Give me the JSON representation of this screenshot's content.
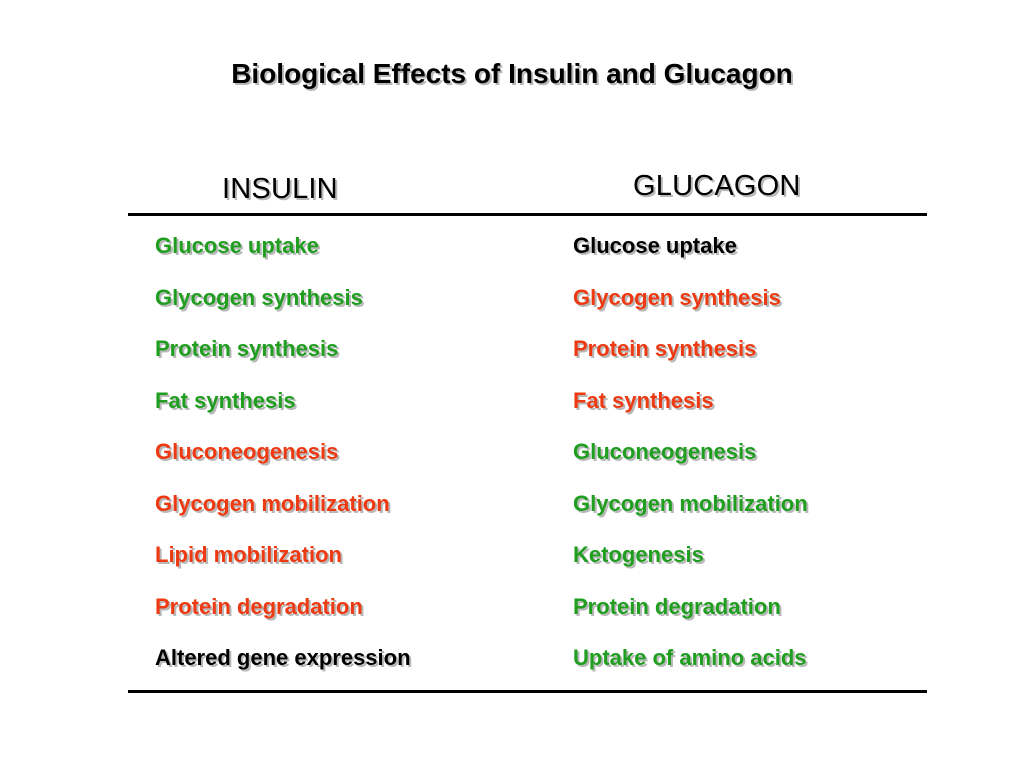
{
  "title": "Biological Effects of Insulin and Glucagon",
  "colors": {
    "green": "#1f9e1f",
    "red": "#ee3a12",
    "black": "#000000"
  },
  "insulin": {
    "header": "INSULIN",
    "items": [
      {
        "text": "Glucose uptake",
        "color": "green"
      },
      {
        "text": "Glycogen synthesis",
        "color": "green"
      },
      {
        "text": "Protein synthesis",
        "color": "green"
      },
      {
        "text": "Fat synthesis",
        "color": "green"
      },
      {
        "text": "Gluconeogenesis",
        "color": "red"
      },
      {
        "text": "Glycogen mobilization",
        "color": "red"
      },
      {
        "text": "Lipid mobilization",
        "color": "red"
      },
      {
        "text": "Protein degradation",
        "color": "red"
      },
      {
        "text": "Altered gene expression",
        "color": "black"
      }
    ]
  },
  "glucagon": {
    "header": "GLUCAGON",
    "items": [
      {
        "text": "Glucose uptake",
        "color": "black"
      },
      {
        "text": "Glycogen synthesis",
        "color": "red"
      },
      {
        "text": "Protein synthesis",
        "color": "red"
      },
      {
        "text": "Fat synthesis",
        "color": "red"
      },
      {
        "text": "Gluconeogenesis",
        "color": "green"
      },
      {
        "text": "Glycogen mobilization",
        "color": "green"
      },
      {
        "text": "Ketogenesis",
        "color": "green"
      },
      {
        "text": "Protein degradation",
        "color": "green"
      },
      {
        "text": "Uptake of amino acids",
        "color": "green"
      }
    ]
  }
}
